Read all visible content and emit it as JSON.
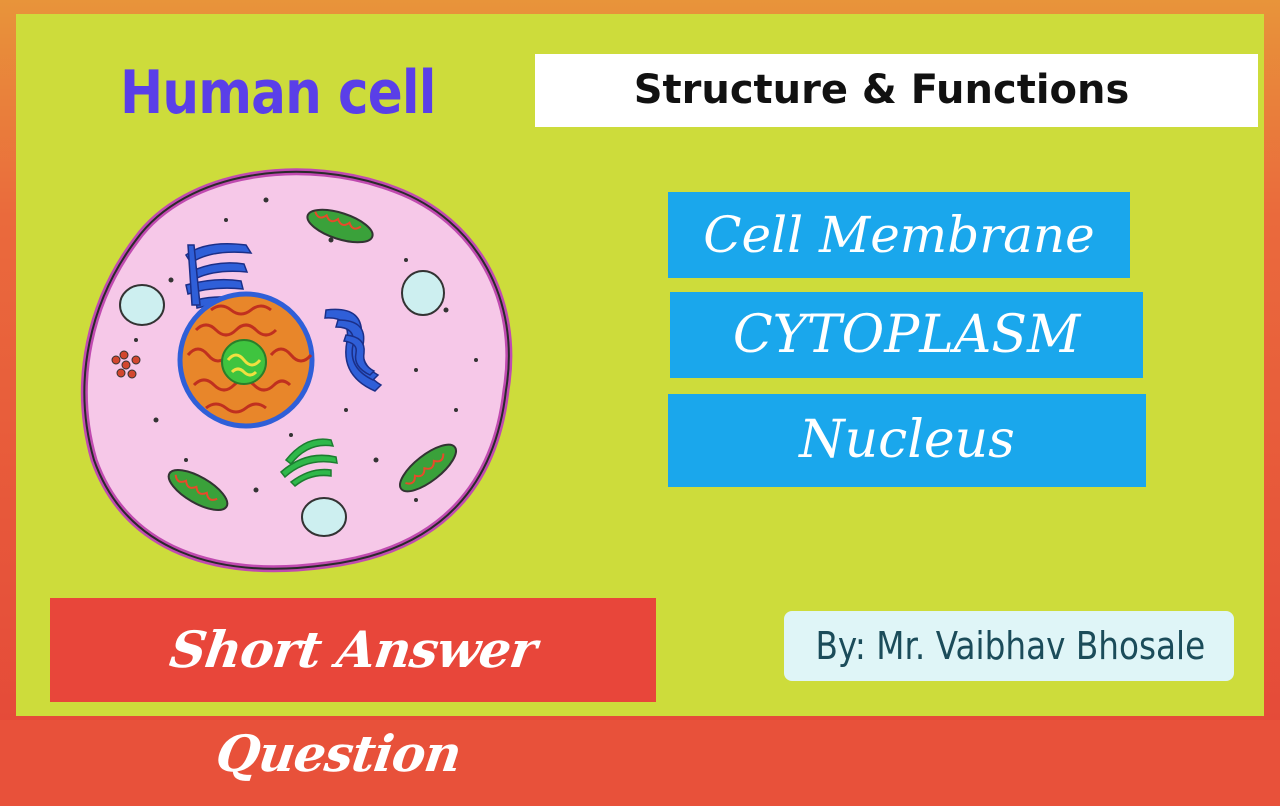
{
  "header": {
    "title": "Human cell",
    "subtitle": "Structure & Functions"
  },
  "topics": [
    {
      "label": "Cell Membrane"
    },
    {
      "label": "CYTOPLASM"
    },
    {
      "label": "Nucleus"
    }
  ],
  "footer": {
    "tag": "Short Answer Question",
    "author": "By: Mr. Vaibhav Bhosale"
  },
  "colors": {
    "background": "#cddc3b",
    "border": "#e8513a",
    "title": "#5a3fe8",
    "topic_box": "#1aa7ec",
    "tag_box": "#e8463a",
    "author_box": "#dff5f7",
    "cell_membrane": "#c04ab0",
    "cytoplasm": "#f6c8e8"
  }
}
